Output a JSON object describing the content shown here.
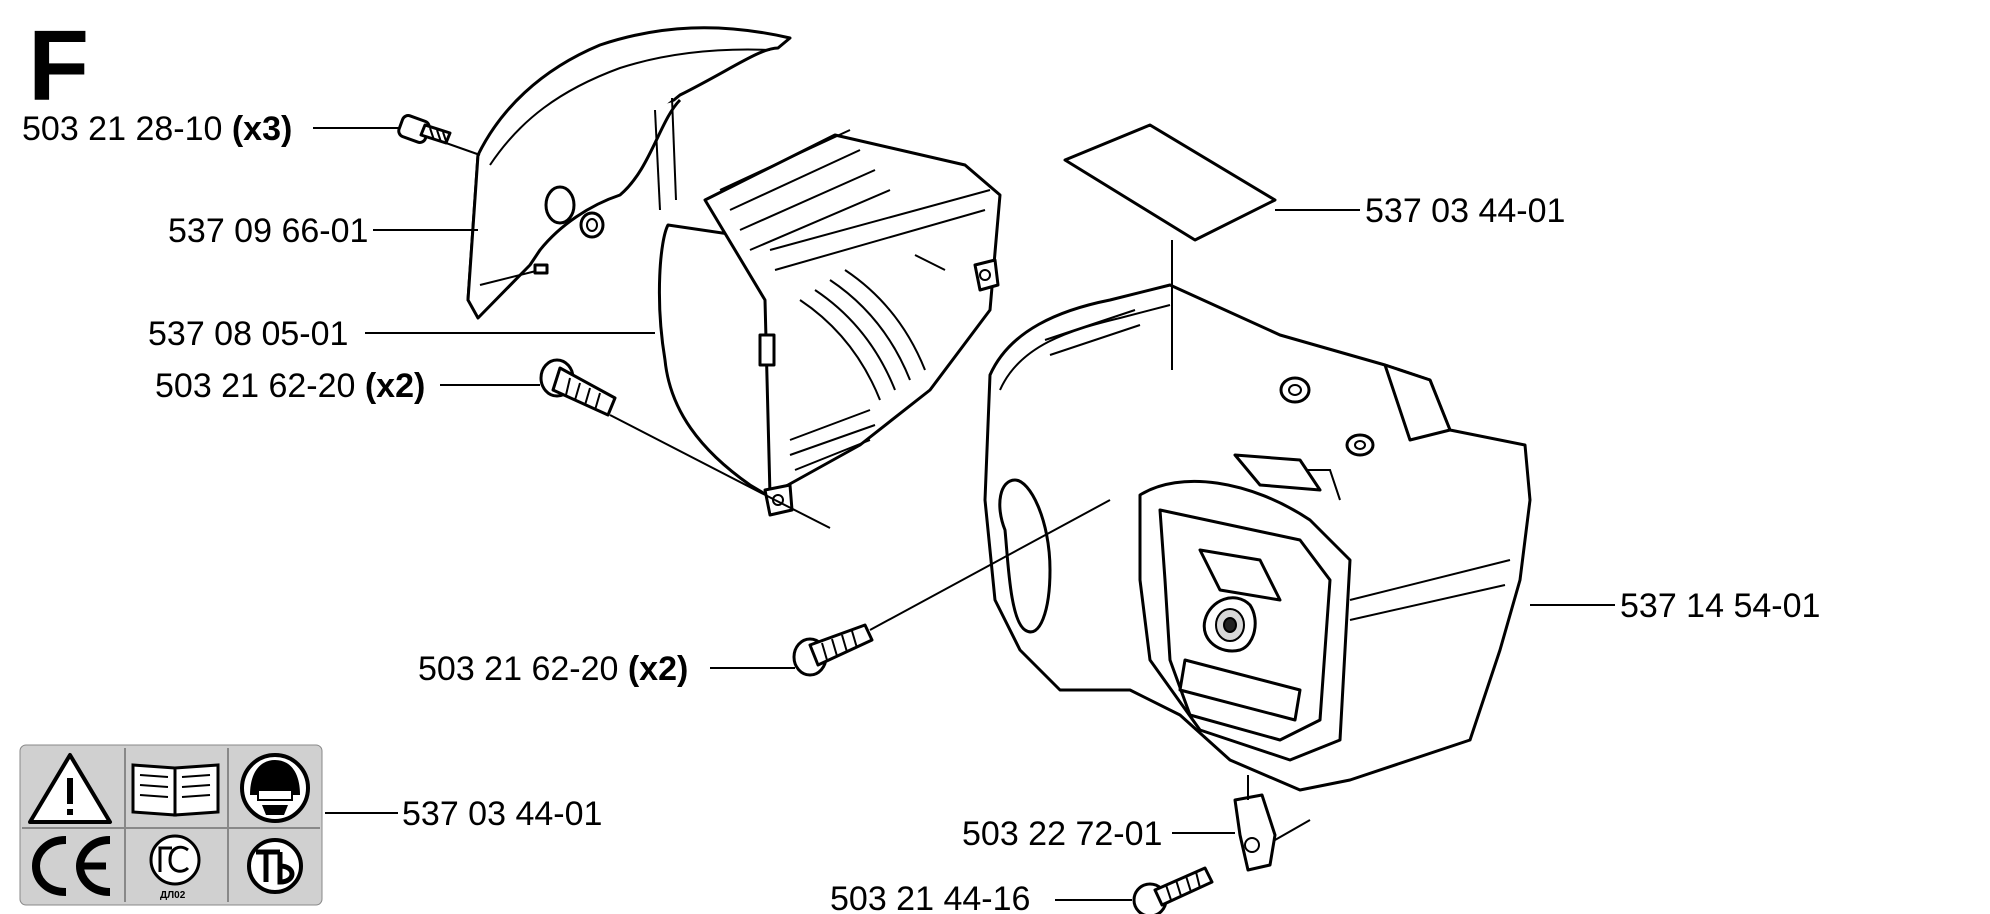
{
  "section_letter": "F",
  "labels": [
    {
      "part": "503 21 28-10",
      "qty": "(x3)"
    },
    {
      "part": "537 09 66-01",
      "qty": ""
    },
    {
      "part": "537 08 05-01",
      "qty": ""
    },
    {
      "part": "503 21 62-20",
      "qty": "(x2)"
    },
    {
      "part": "537 03 44-01",
      "qty": ""
    },
    {
      "part": "537 14 54-01",
      "qty": ""
    },
    {
      "part": "503 21 62-20",
      "qty": "(x2)"
    },
    {
      "part": "537 03 44-01",
      "qty": ""
    },
    {
      "part": "503 22 72-01",
      "qty": ""
    },
    {
      "part": "503 21 44-16",
      "qty": ""
    }
  ],
  "decal": {
    "symbols": [
      "warning-triangle",
      "manual-book",
      "helmet-protection",
      "ce-mark",
      "gost-r-mark",
      "gost-tb-mark"
    ],
    "small_text": "ДЛ02"
  }
}
